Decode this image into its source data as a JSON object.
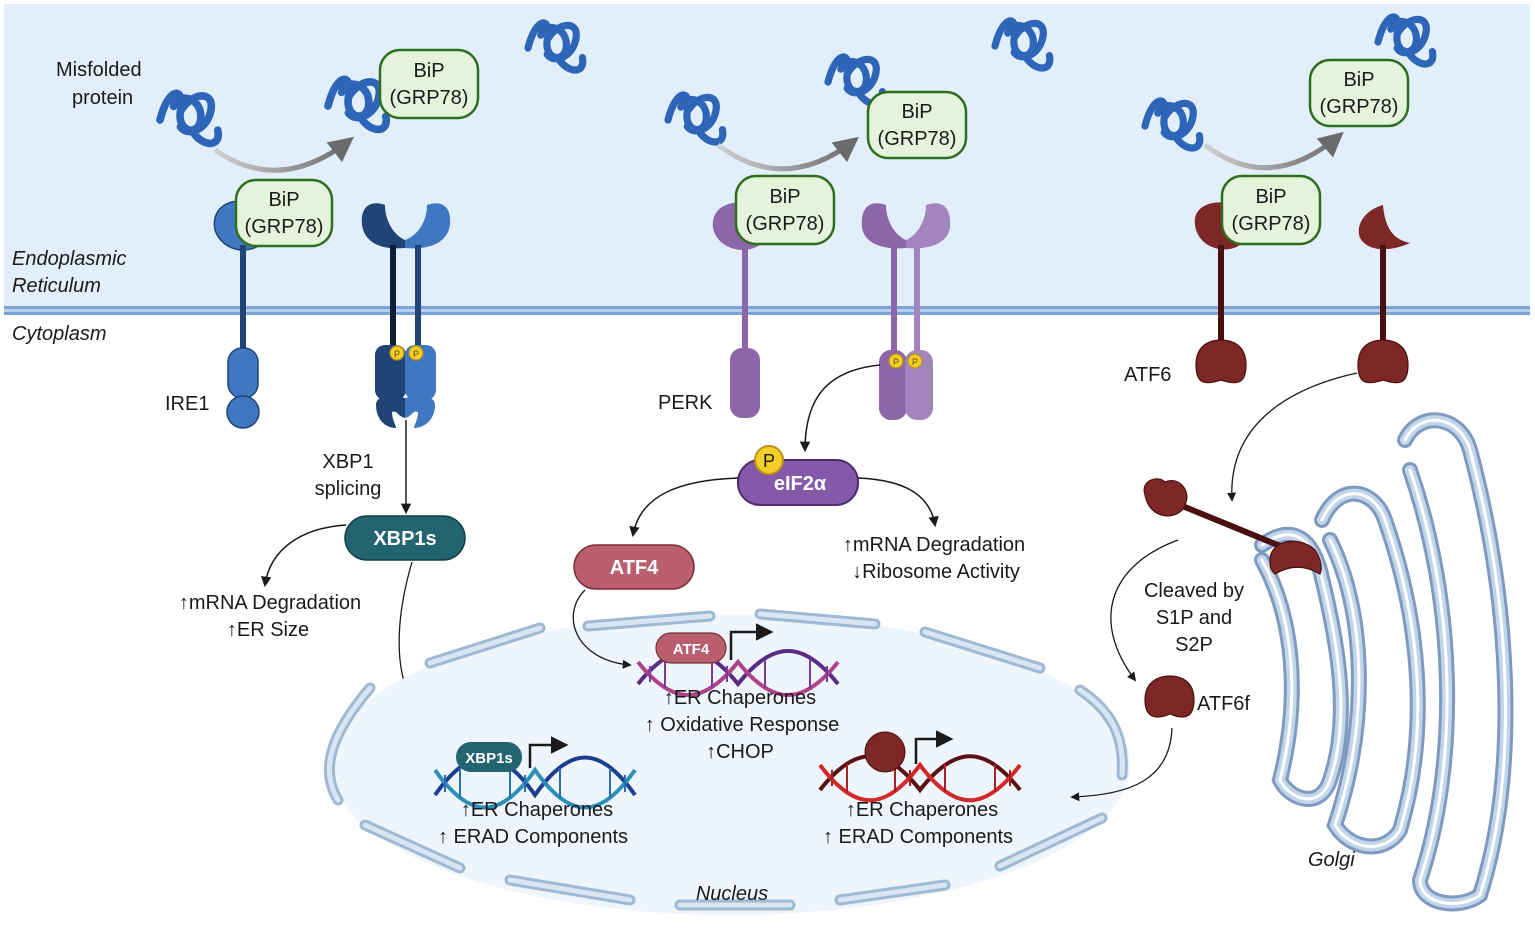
{
  "compartments": {
    "er_label_line1": "Endoplasmic",
    "er_label_line2": "Reticulum",
    "cytoplasm_label": "Cytoplasm",
    "nucleus_label": "Nucleus",
    "golgi_label": "Golgi"
  },
  "misfolded": {
    "label_line1": "Misfolded",
    "label_line2": "protein"
  },
  "bip": {
    "line1": "BiP",
    "line2": "(GRP78)"
  },
  "ire1_branch": {
    "receptor_label": "IRE1",
    "splicing_line1": "XBP1",
    "splicing_line2": "splicing",
    "tf_label": "XBP1s",
    "cyto_effects": [
      "↑mRNA Degradation",
      "↑ER Size"
    ],
    "nuclear_effects": [
      "↑ER Chaperones",
      "↑ ERAD Components"
    ]
  },
  "perk_branch": {
    "receptor_label": "PERK",
    "substrate_label": "eIF2α",
    "phospho_label": "P",
    "tf_label": "ATF4",
    "cyto_effects": [
      "↑mRNA Degradation",
      "↓Ribosome Activity"
    ],
    "nuclear_effects": [
      "↑ER Chaperones",
      "↑ Oxidative Response",
      "↑CHOP"
    ]
  },
  "atf6_branch": {
    "receptor_label": "ATF6",
    "cleavage_line1": "Cleaved by",
    "cleavage_line2": "S1P and",
    "cleavage_line3": "S2P",
    "fragment_label": "ATF6f",
    "nuclear_effects": [
      "↑ER Chaperones",
      "↑ ERAD Components"
    ]
  },
  "colors": {
    "er_bg": "#e2effb",
    "membrane": "#7aa3d6",
    "ire1": "#3f78c0",
    "ire1_dark": "#1f4475",
    "perk": "#8c66a8",
    "perk_light": "#a385bd",
    "atf6": "#7e2727",
    "bip_fill": "#e3f3dc",
    "bip_stroke": "#2f6e1e",
    "xbp1s": "#22646f",
    "atf4": "#b95f6d",
    "eif2a": "#8459aa",
    "phospho": "#f4cf2a",
    "golgi": "#c3d5ea",
    "nucleus_bg": "#eef5fc"
  }
}
